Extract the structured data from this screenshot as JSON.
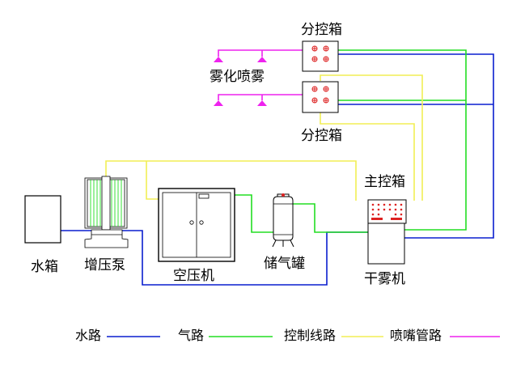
{
  "labels": {
    "water_tank": "水箱",
    "booster_pump": "增压泵",
    "air_compressor": "空压机",
    "air_tank": "储气罐",
    "main_control_box": "主控箱",
    "dry_fog_machine": "干雾机",
    "sub_control_box_top": "分控箱",
    "sub_control_box_bottom": "分控箱",
    "atomizing_spray": "雾化喷雾"
  },
  "legend": {
    "water": "水路",
    "air": "气路",
    "control": "控制线路",
    "nozzle": "喷嘴管路"
  },
  "colors": {
    "water": "#0a1ecf",
    "air": "#22dd22",
    "control": "#f2ee55",
    "nozzle": "#ee22ee",
    "indicator": "#dd2222",
    "outline": "#000000"
  }
}
